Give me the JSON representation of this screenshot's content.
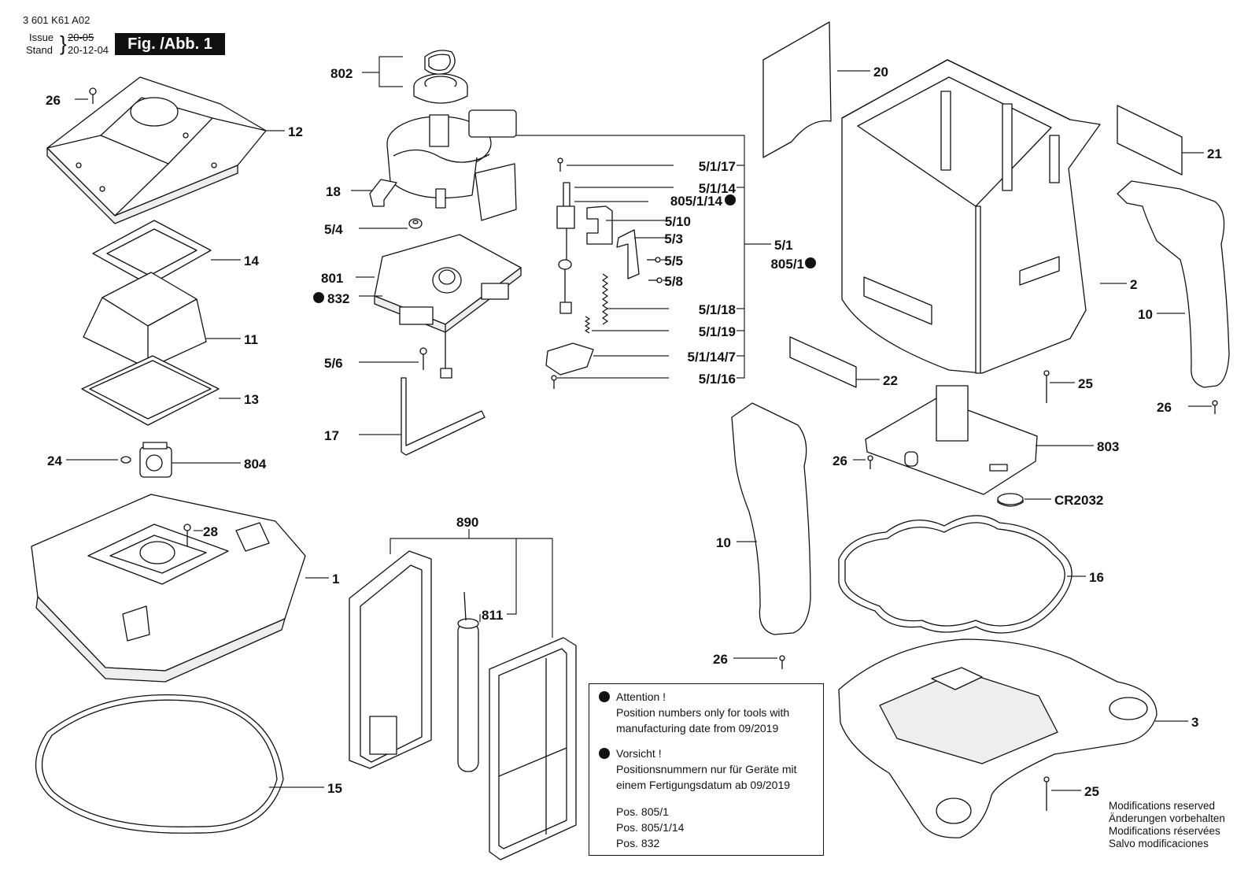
{
  "header": {
    "doc_number": "3 601 K61 A02",
    "issue_label": "Issue",
    "issue_value": "20-05",
    "stand_label": "Stand",
    "stand_value": "20-12-04",
    "figure_label": "Fig. /Abb. 1"
  },
  "callouts": [
    "26",
    "12",
    "14",
    "11",
    "13",
    "24",
    "804",
    "28",
    "1",
    "15",
    "802",
    "18",
    "5/4",
    "801",
    "832",
    "5/6",
    "17",
    "5/1/17",
    "5/1/14",
    "805/1/14",
    "5/10",
    "5/3",
    "5/5",
    "5/8",
    "5/1",
    "805/1",
    "5/1/18",
    "5/1/19",
    "5/1/14/7",
    "5/1/16",
    "890",
    "811",
    "20",
    "21",
    "2",
    "10",
    "22",
    "25",
    "26",
    "803",
    "26",
    "CR2032",
    "10",
    "16",
    "26",
    "3",
    "25"
  ],
  "notice": {
    "attention_title": "Attention !",
    "attention_text_1": "Position numbers only for tools with",
    "attention_text_2": "manufacturing date from 09/2019",
    "vorsicht_title": "Vorsicht !",
    "vorsicht_text_1": "Positionsnummern nur für Geräte mit",
    "vorsicht_text_2": "einem Fertigungsdatum ab 09/2019",
    "pos_1": "Pos. 805/1",
    "pos_2": "Pos. 805/1/14",
    "pos_3": "Pos. 832"
  },
  "modifications": [
    "Modifications reserved",
    "Änderungen vorbehalten",
    "Modifications réservées",
    "Salvo modificaciones"
  ],
  "colors": {
    "ink": "#111111",
    "part_fill": "#ffffff",
    "leader": "#222222",
    "shade": "#e6e6e6"
  }
}
